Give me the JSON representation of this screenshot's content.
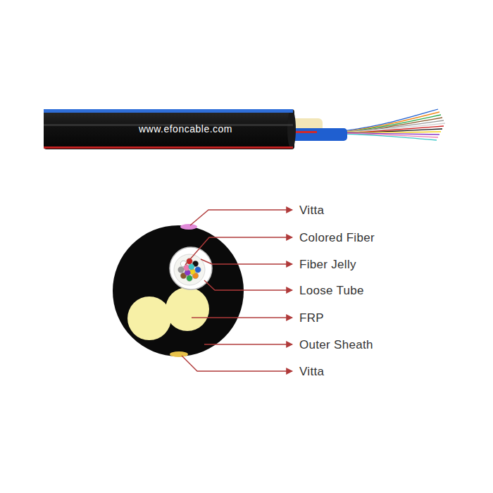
{
  "diagram": {
    "labels": [
      "www.efoncable.com",
      "Vitta",
      "Colored Fiber",
      "Fiber Jelly",
      "Loose Tube",
      "FRP",
      "Outer Sheath",
      "Vitta"
    ]
  }
}
